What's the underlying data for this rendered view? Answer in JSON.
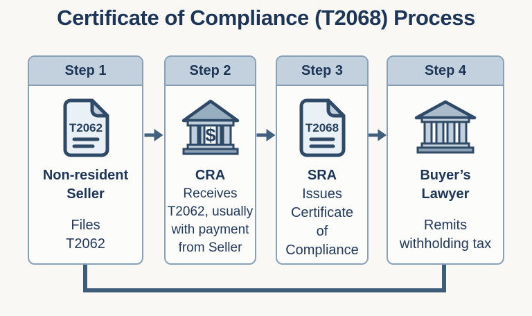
{
  "title": "Certificate of Compliance (T2068) Process",
  "colors": {
    "background": "#faf8f4",
    "card_background": "#fcfcfa",
    "header_background": "#c3d0dd",
    "card_border": "#87a0b8",
    "text": "#1d3657",
    "connector": "#3f5d79",
    "icon_outline": "#2e4a66",
    "icon_fill_light": "#e9f0f6",
    "icon_fill_mid": "#c2cfdc",
    "icon_fill_slate": "#97adc0"
  },
  "steps": [
    {
      "header": "Step 1",
      "icon": "document-icon",
      "icon_label": "T2062",
      "title_lines": [
        "Non-resident",
        "Seller"
      ],
      "body_lines": [
        "Files",
        "T2062"
      ]
    },
    {
      "header": "Step 2",
      "icon": "bank-dollar-icon",
      "icon_label": "$",
      "title_lines": [
        "CRA"
      ],
      "body_lines": [
        "Receives",
        "T2062, usually",
        "with payment",
        "from Seller"
      ]
    },
    {
      "header": "Step 3",
      "icon": "document-icon",
      "icon_label": "T2068",
      "title_lines": [
        "SRA"
      ],
      "body_lines": [
        "Issues",
        "Certificate",
        "of",
        "Compliance"
      ]
    },
    {
      "header": "Step 4",
      "icon": "bank-icon",
      "icon_label": "",
      "title_lines": [
        "Buyer’s",
        "Lawyer"
      ],
      "body_lines": [
        "Remits",
        "withholding tax"
      ]
    }
  ]
}
